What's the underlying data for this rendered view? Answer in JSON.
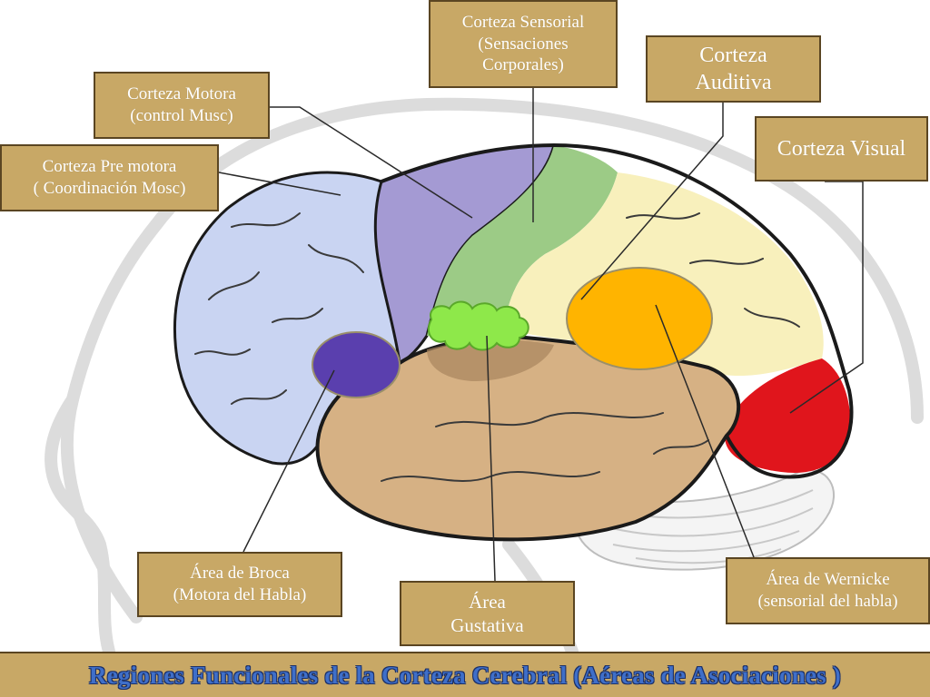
{
  "labels": {
    "sensory": "Corteza Sensorial\n(Sensaciones\nCorporales)",
    "auditory": "Corteza\nAuditiva",
    "motor": "Corteza Motora\n(control Musc)",
    "visual": "Corteza Visual",
    "premotor": "Corteza Pre motora\n( Coordinación Mosc)",
    "broca": "Área de Broca\n(Motora del Habla)",
    "gustatory": "Área\nGustativa",
    "wernicke": "Área de Wernicke\n(sensorial del habla)"
  },
  "footer": {
    "title": "Regiones Funcionales  de la Corteza Cerebral (Aéreas de Asociaciones )"
  },
  "colors": {
    "label_fill": "#c8a866",
    "frontal": "#c9d4f2",
    "premotor": "#a49ad3",
    "sensory": "#9ccb86",
    "parietal": "#f8f0bc",
    "temporal": "#d6b184",
    "occipital": "#e0151c",
    "broca": "#5a3fae",
    "gustatory": "#8ee84a",
    "wernicke": "#ffb400",
    "footer_text": "#3f6fc9"
  }
}
